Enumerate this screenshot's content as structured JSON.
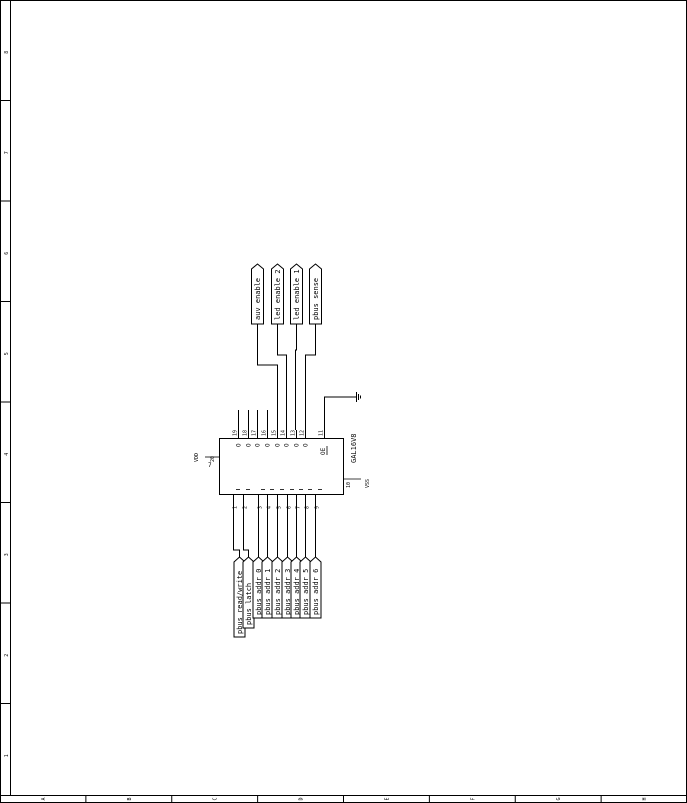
{
  "frame": {
    "row_labels": [
      "8",
      "7",
      "6",
      "5",
      "4",
      "3",
      "2",
      "1"
    ],
    "col_labels": [
      "A",
      "B",
      "C",
      "D",
      "E",
      "F",
      "G",
      "H"
    ]
  },
  "chip": {
    "part_name": "GAL16V8",
    "oe_label": "OE",
    "vdd_label": "VDD",
    "vdd_pin": "20",
    "vss_label": "VSS",
    "vss_pin": "10",
    "top_pins": [
      {
        "number": "19",
        "name": "O"
      },
      {
        "number": "18",
        "name": "O"
      },
      {
        "number": "17",
        "name": "O"
      },
      {
        "number": "16",
        "name": "O"
      },
      {
        "number": "15",
        "name": "O"
      },
      {
        "number": "14",
        "name": "O"
      },
      {
        "number": "13",
        "name": "O"
      },
      {
        "number": "12",
        "name": "O"
      },
      {
        "number": "11",
        "name": ""
      }
    ],
    "bottom_pins": [
      "1",
      "2",
      "3",
      "4",
      "5",
      "6",
      "7",
      "8",
      "9"
    ]
  },
  "output_ports": [
    "auv enable",
    "led enable 2",
    "led enable 1",
    "pbus sense"
  ],
  "input_ports": [
    "pbus read/write",
    "pbus latch",
    "pbus addr 0",
    "pbus addr 1",
    "pbus addr 2",
    "pbus addr 3",
    "pbus addr 4",
    "pbus addr 5",
    "pbus addr 6"
  ]
}
